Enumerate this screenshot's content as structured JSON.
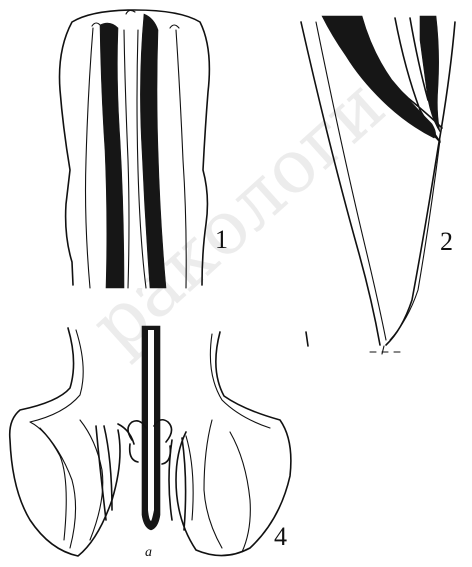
{
  "figures": [
    {
      "id": "1",
      "label": "1"
    },
    {
      "id": "2",
      "label": "2"
    },
    {
      "id": "4",
      "label": "4",
      "sublabel": "a"
    }
  ],
  "watermark": {
    "text": "ракологи"
  },
  "colors": {
    "ink": "#111111",
    "background": "#ffffff",
    "watermark": "#c9c9c9"
  }
}
